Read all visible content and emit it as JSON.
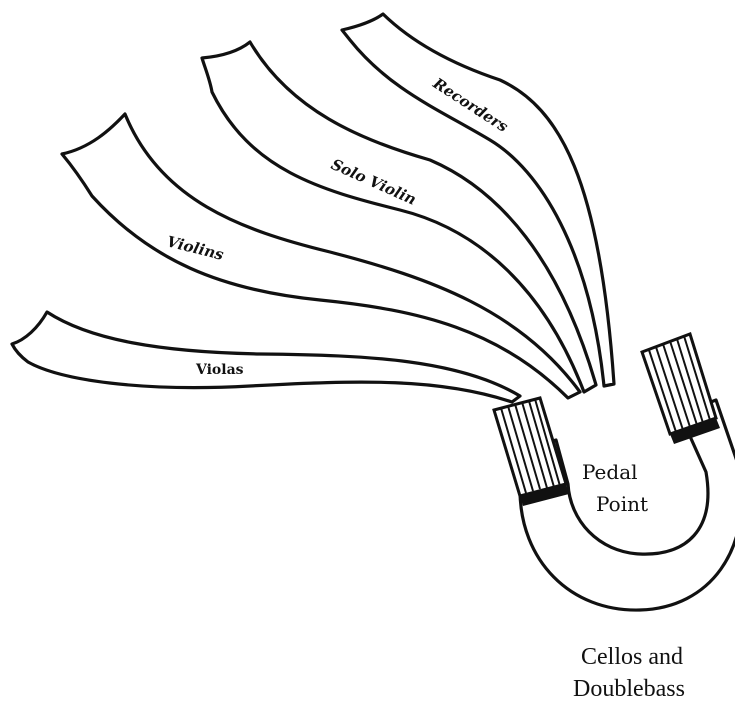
{
  "diagram": {
    "bands": {
      "recorders": "Recorders",
      "solo_violin": "Solo Violin",
      "violins": "Violins",
      "violas": "Violas"
    },
    "magnet": {
      "line1": "Pedal",
      "line2": "Point"
    },
    "caption": {
      "line1": "Cellos and",
      "line2": "Doublebass"
    }
  }
}
